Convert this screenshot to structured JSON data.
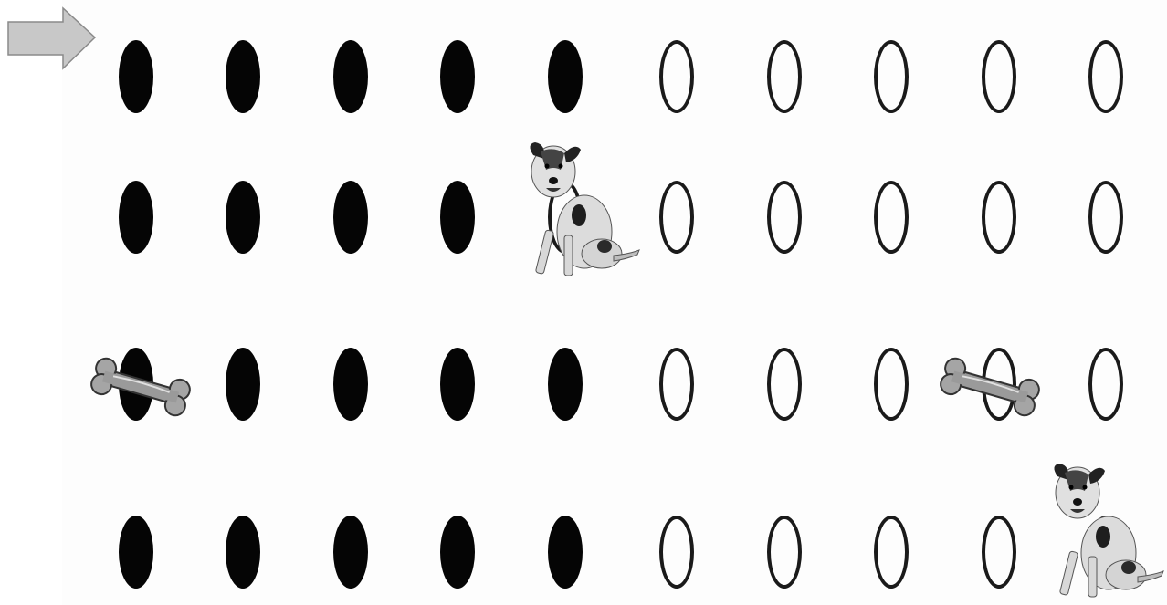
{
  "rows": [
    {
      "filled": 5,
      "total": 10
    },
    {
      "filled": 4,
      "total": 10
    },
    {
      "filled": 5,
      "total": 10
    },
    {
      "filled": 5,
      "total": 10
    }
  ],
  "start_arrow": {
    "icon": "right-arrow-icon",
    "color": "#c8c8c8",
    "stroke": "#8a8a8a"
  },
  "oval_colors": {
    "filled": "#050505",
    "empty_outline": "#1a1a1a"
  },
  "dogs": [
    {
      "icon": "dog-icon",
      "row": 2,
      "column": 5
    },
    {
      "icon": "dog-icon",
      "row": 4,
      "column": 10
    }
  ],
  "bones": [
    {
      "icon": "bone-icon",
      "row": 3,
      "column": 1
    },
    {
      "icon": "bone-icon",
      "row": 3,
      "column": 9
    }
  ]
}
